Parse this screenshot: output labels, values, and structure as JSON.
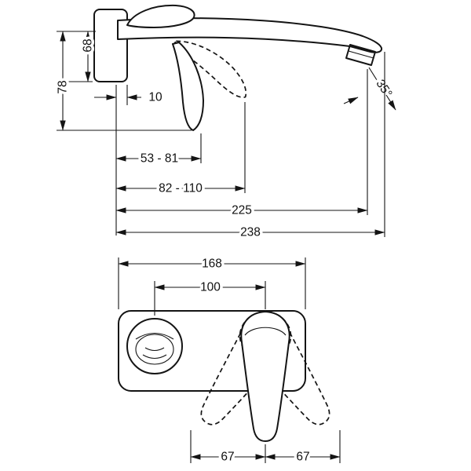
{
  "drawing": {
    "type": "technical-dimension-drawing",
    "subject": "wall-mounted single-lever basin mixer (side view and front view of concealed unit)",
    "colors": {
      "line": "#141414",
      "background": "#ffffff"
    },
    "dims": {
      "side": {
        "d68": "68",
        "d78": "78",
        "d10": "10",
        "d53_81": "53 - 81",
        "d82_110": "82 - 110",
        "d225": "225",
        "d238": "238",
        "angle": "35°"
      },
      "front": {
        "d168": "168",
        "d100": "100",
        "d67_left": "67",
        "d67_right": "67"
      }
    }
  }
}
